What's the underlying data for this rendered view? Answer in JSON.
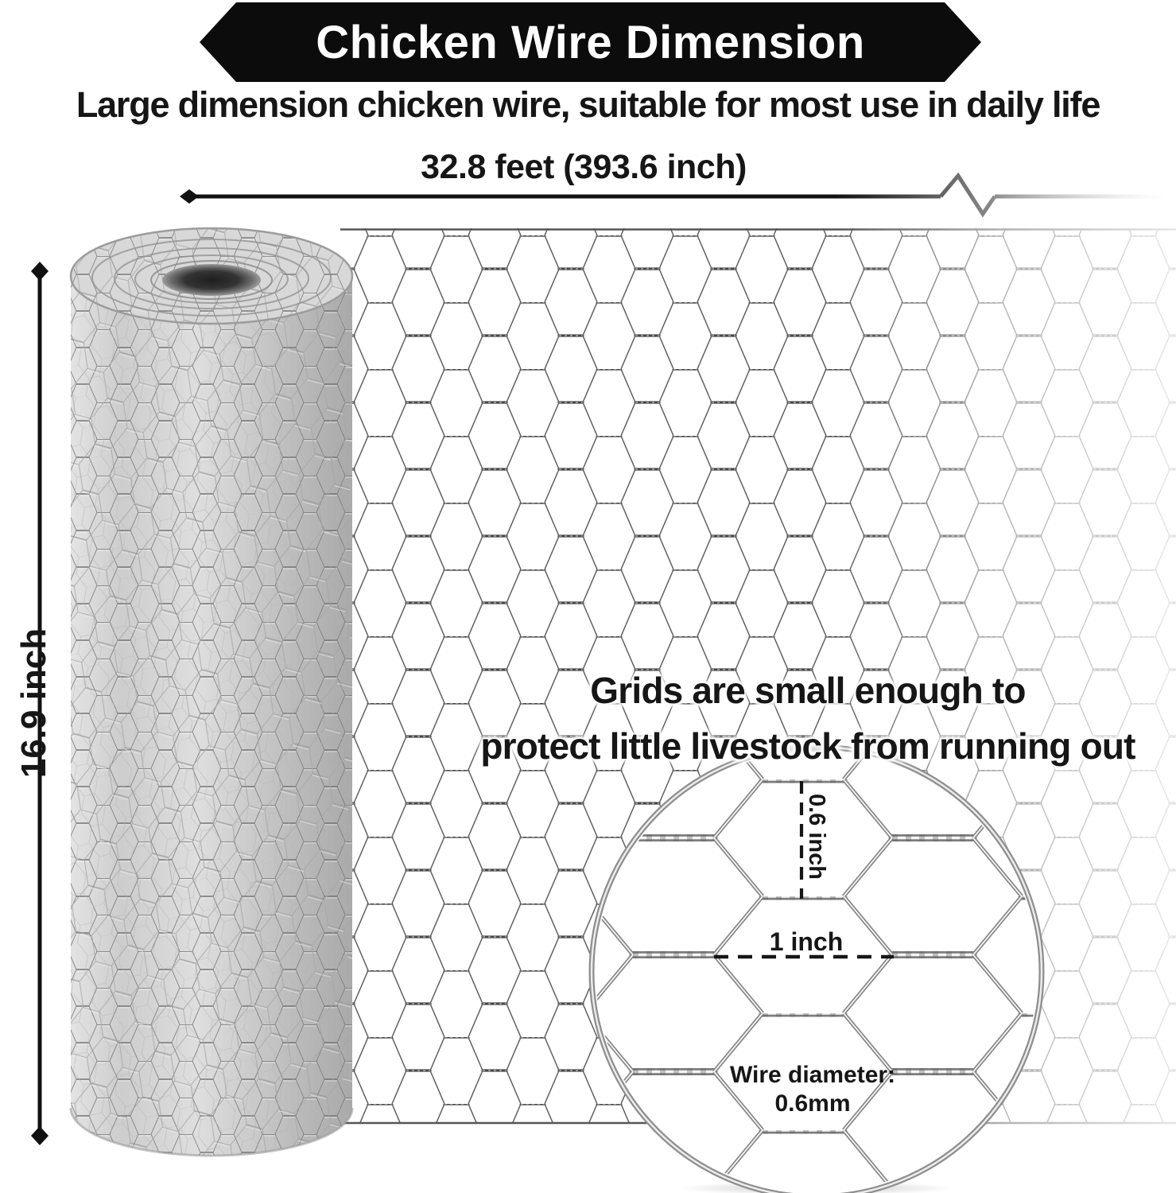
{
  "banner": {
    "title": "Chicken Wire Dimension"
  },
  "subtitle": {
    "text": "Large dimension chicken wire, suitable for most use in daily life"
  },
  "dimensions": {
    "width_label": "32.8 feet (393.6 inch)",
    "height_label": "16.9 inch"
  },
  "mesh_note": {
    "line1": "Grids are small enough to",
    "line2": "protect little livestock from running out"
  },
  "inset": {
    "cell_height_label": "0.6 inch",
    "cell_width_label": "1 inch",
    "wire_diameter_label": "Wire diameter:",
    "wire_diameter_value": "0.6mm"
  },
  "colors": {
    "background": "#ffffff",
    "banner_bg": "#0c0c0c",
    "ink": "#161616",
    "mesh_twist": "#474747",
    "mesh_wire": "#5e5e5e",
    "inset_wire": "#7d7d7d",
    "roll_gray": "#c8c8c8"
  }
}
